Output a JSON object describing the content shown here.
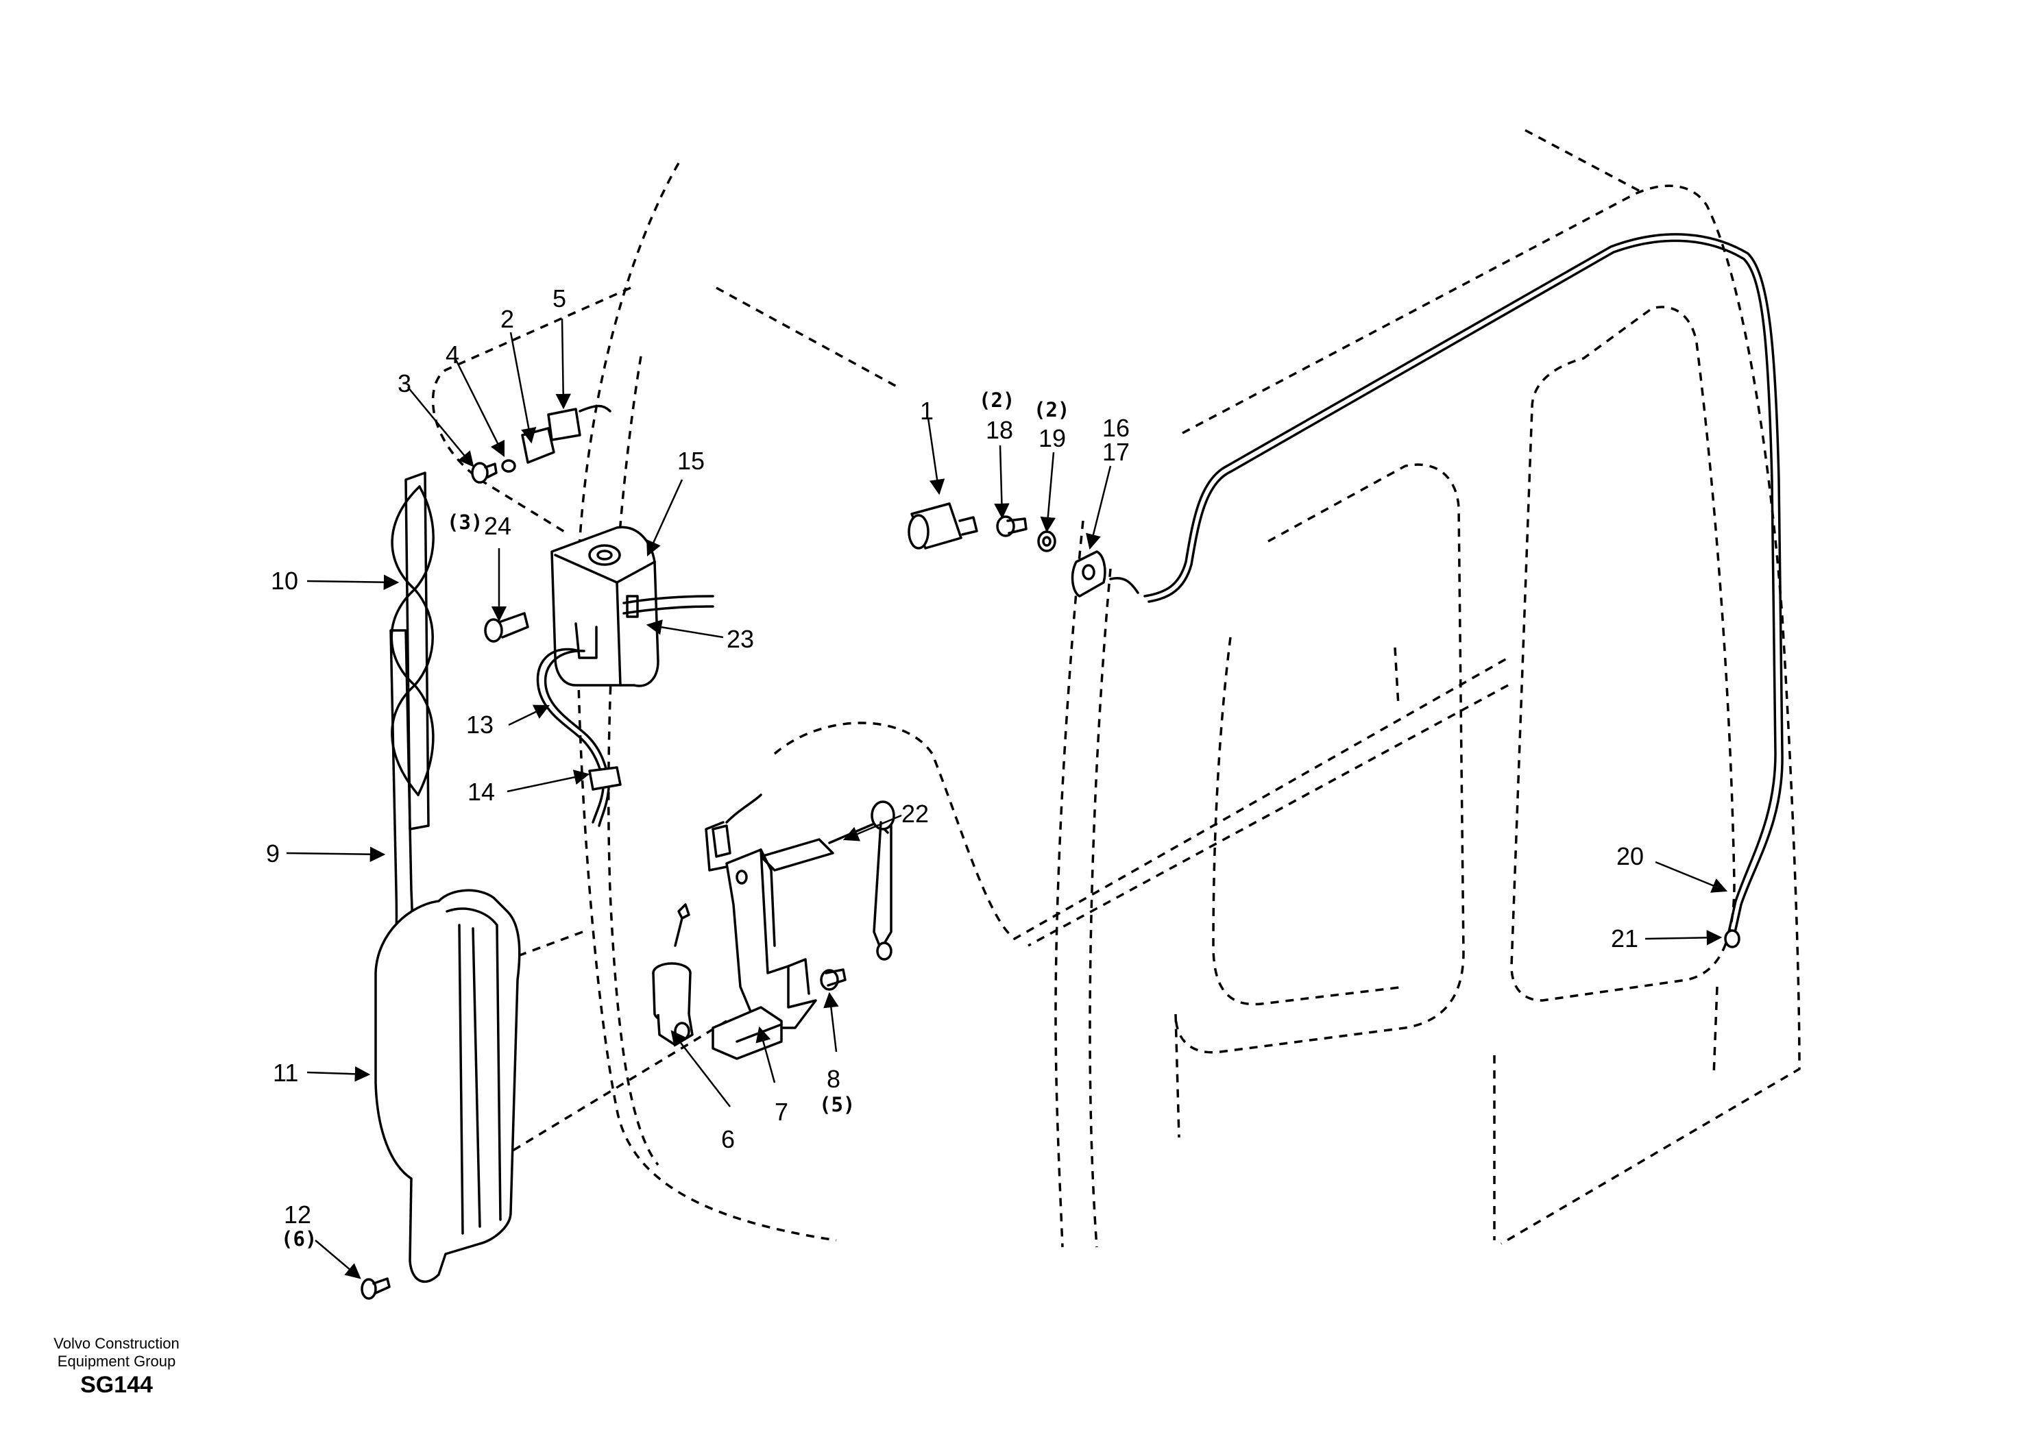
{
  "footer": {
    "org_line1": "Volvo Construction",
    "org_line2": "Equipment Group",
    "code": "SG144"
  },
  "callouts": {
    "c1": "1",
    "c2": "2",
    "c3": "3",
    "c4": "4",
    "c5": "5",
    "c6": "6",
    "c7": "7",
    "c8": "8",
    "c9": "9",
    "c10": "10",
    "c11": "11",
    "c12": "12",
    "c13": "13",
    "c14": "14",
    "c15": "15",
    "c16": "16",
    "c17": "17",
    "c18": "18",
    "c19": "19",
    "c20": "20",
    "c21": "21",
    "c22": "22",
    "c23": "23",
    "c24": "24"
  },
  "quantities": {
    "q8": "(5)",
    "q12": "(6)",
    "q18": "(2)",
    "q19": "(2)",
    "q24": "(3)"
  }
}
